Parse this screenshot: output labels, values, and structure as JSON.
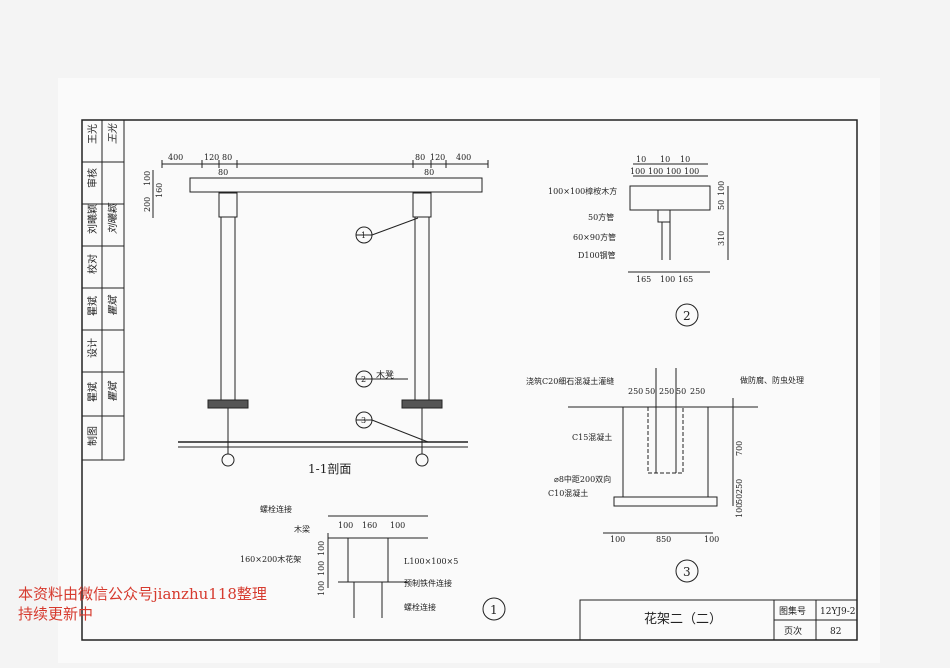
{
  "colors": {
    "ink": "#222222",
    "watermark": "#d63a2e",
    "paper": "#fafafa"
  },
  "sidebar": {
    "rows": [
      {
        "label": "王光",
        "sig": "王光"
      },
      {
        "label": "审核",
        "sig": ""
      },
      {
        "label": "刘曦颖",
        "sig": "刘曦颖"
      },
      {
        "label": "校对",
        "sig": ""
      },
      {
        "label": "瞿斌",
        "sig": "瞿斌"
      },
      {
        "label": "设计",
        "sig": ""
      },
      {
        "label": "瞿斌",
        "sig": "瞿斌"
      },
      {
        "label": "制图",
        "sig": ""
      }
    ]
  },
  "section11": {
    "title": "1-1剖面",
    "dims_top_left": [
      "400",
      "120",
      "80",
      "80"
    ],
    "dims_top_right": [
      "80",
      "120",
      "400",
      "80"
    ],
    "dims_left": [
      "100",
      "160",
      "200"
    ],
    "callout_1": "1",
    "callout_2": "2",
    "callout_3": "3",
    "label_bench": "木凳"
  },
  "detail1": {
    "number": "1",
    "labels": [
      "螺栓连接",
      "木梁",
      "160×200木花架",
      "L100×100×5",
      "预制铁件连接",
      "螺栓连接"
    ],
    "dims_top": [
      "100",
      "160",
      "100"
    ],
    "dims_left": [
      "100",
      "100",
      "100"
    ]
  },
  "detail2": {
    "number": "2",
    "dims_top_row1": [
      "10",
      "10",
      "10"
    ],
    "dims_top_row2": [
      "100",
      "100",
      "100",
      "100"
    ],
    "labels": [
      "100×100樟桉木方",
      "50方管",
      "60×90方管",
      "D100钢管"
    ],
    "dims_right": [
      "100",
      "50",
      "310"
    ],
    "dims_bottom": [
      "165",
      "100",
      "165"
    ]
  },
  "detail3": {
    "number": "3",
    "labels": [
      "浇筑C20细石混凝土灌缝",
      "做防腐、防虫处理",
      "C15混凝土",
      "⌀8中距200双向",
      "C10混凝土"
    ],
    "dims_top": [
      "250",
      "50",
      "250",
      "50",
      "250"
    ],
    "dims_right": [
      "700",
      "250",
      "50",
      "100"
    ],
    "dims_bottom": [
      "100",
      "850",
      "100"
    ]
  },
  "titleblock": {
    "drawing_title": "花架二（二）",
    "atlas_label": "图集号",
    "atlas_value": "12YJ9-2",
    "page_label": "页次",
    "page_value": "82"
  },
  "watermark": {
    "line1": "本资料由微信公众号jianzhu118整理",
    "line2": "持续更新中"
  }
}
